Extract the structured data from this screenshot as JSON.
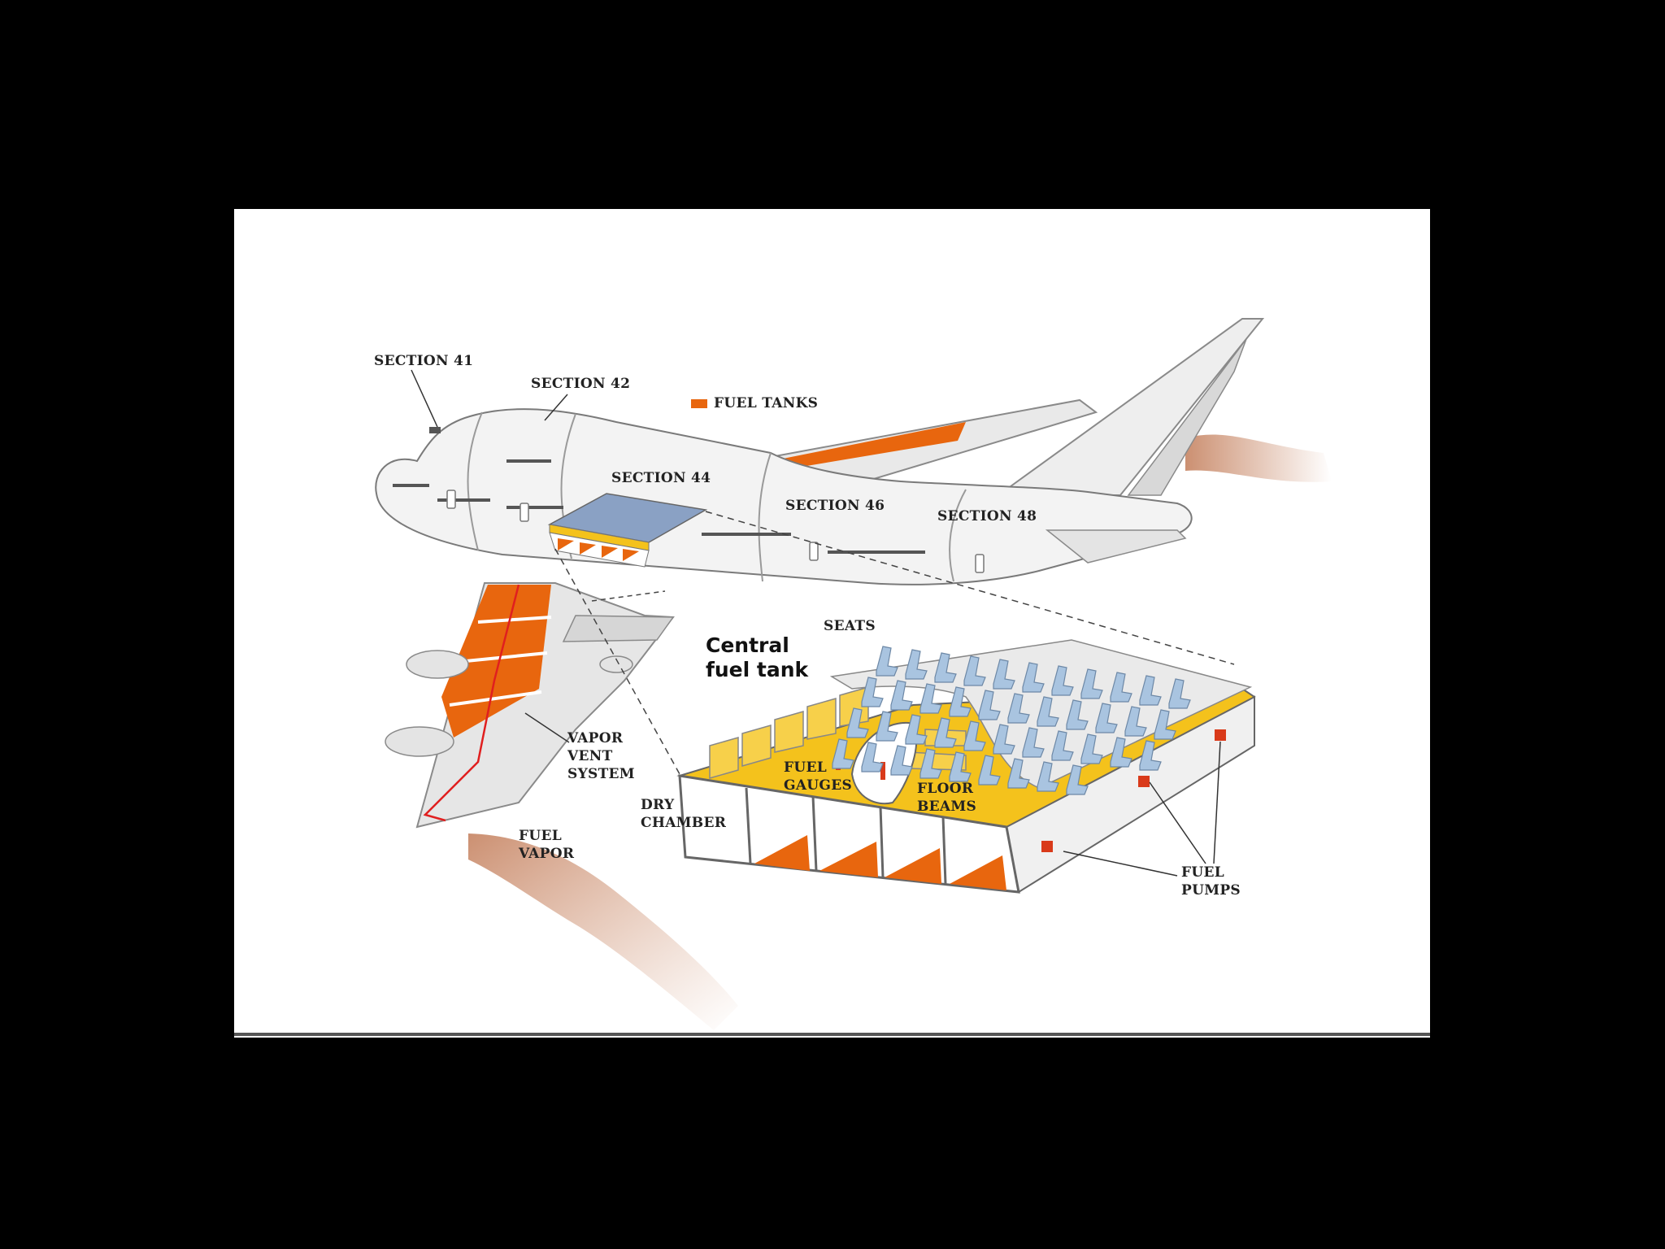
{
  "colors": {
    "background": "#000000",
    "card": "#ffffff",
    "fuel_tank": "#e8660e",
    "beams": "#f4c21c",
    "seats": "#a9c4e0",
    "fuselage": "#f2f2f2",
    "outline": "#7a7a7a",
    "vapor": "#c98a6a"
  },
  "legend": {
    "icon": "orange-square",
    "label": "FUEL TANKS"
  },
  "title": {
    "line1": "Central",
    "line2": "fuel tank"
  },
  "labels": {
    "section_41": "SECTION 41",
    "section_42": "SECTION 42",
    "section_44": "SECTION 44",
    "section_46": "SECTION 46",
    "section_48": "SECTION 48",
    "seats": "SEATS",
    "vapor_vent_system": [
      "VAPOR",
      "VENT",
      "SYSTEM"
    ],
    "fuel_gauges": [
      "FUEL",
      "GAUGES"
    ],
    "floor_beams": [
      "FLOOR",
      "BEAMS"
    ],
    "dry_chamber": [
      "DRY",
      "CHAMBER"
    ],
    "fuel_vapor": [
      "FUEL",
      "VAPOR"
    ],
    "fuel_pumps": [
      "FUEL",
      "PUMPS"
    ]
  }
}
